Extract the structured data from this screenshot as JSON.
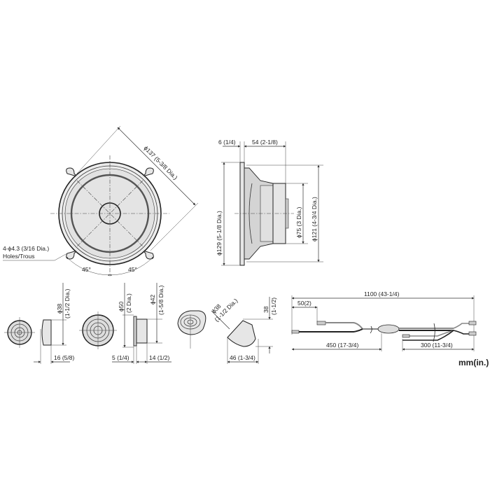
{
  "diagram": {
    "type": "technical dimension drawing",
    "subject": "component car speaker set (woofer, tweeters, crossover cable)",
    "units_label": "mm(in.)"
  },
  "woofer_front": {
    "outer_dia": "ϕ137 (5-3/8 Dia.)",
    "holes_line1": "4-ϕ4.3 (3/16 Dia.)",
    "holes_line2": "Holes/Trous",
    "angle_left": "45°",
    "angle_right": "45°"
  },
  "woofer_side": {
    "flange_depth": "6 (1/4)",
    "mount_depth": "54 (2-1/8)",
    "outer_dia": "ϕ129 (5-1/8 Dia.)",
    "magnet_dia": "ϕ75 (3 Dia.)",
    "cutout_dia": "ϕ121 (4-3/4 Dia.)"
  },
  "tweeter_a": {
    "dia": "ϕ38",
    "dia_in": "(1-1/2 Dia.)",
    "depth": "16 (5/8)"
  },
  "tweeter_b": {
    "flange_dia": "ϕ50",
    "flange_dia_in": "(2 Dia.)",
    "body_dia": "ϕ42",
    "body_dia_in": "(1-5/8 Dia.)",
    "flange_depth": "5 (1/4)",
    "body_depth": "14 (1/2)"
  },
  "tweeter_angled": {
    "dia": "ϕ38",
    "dia_in": "(1-1/2 Dia.)",
    "height": "38",
    "height_in": "(1-1/2)",
    "width": "46 (1-3/4)"
  },
  "cable": {
    "total_length": "1100 (43-1/4)",
    "branch_offset": "50(2)",
    "left_length": "450 (17-3/4)",
    "right_length": "300 (11-3/4)"
  }
}
